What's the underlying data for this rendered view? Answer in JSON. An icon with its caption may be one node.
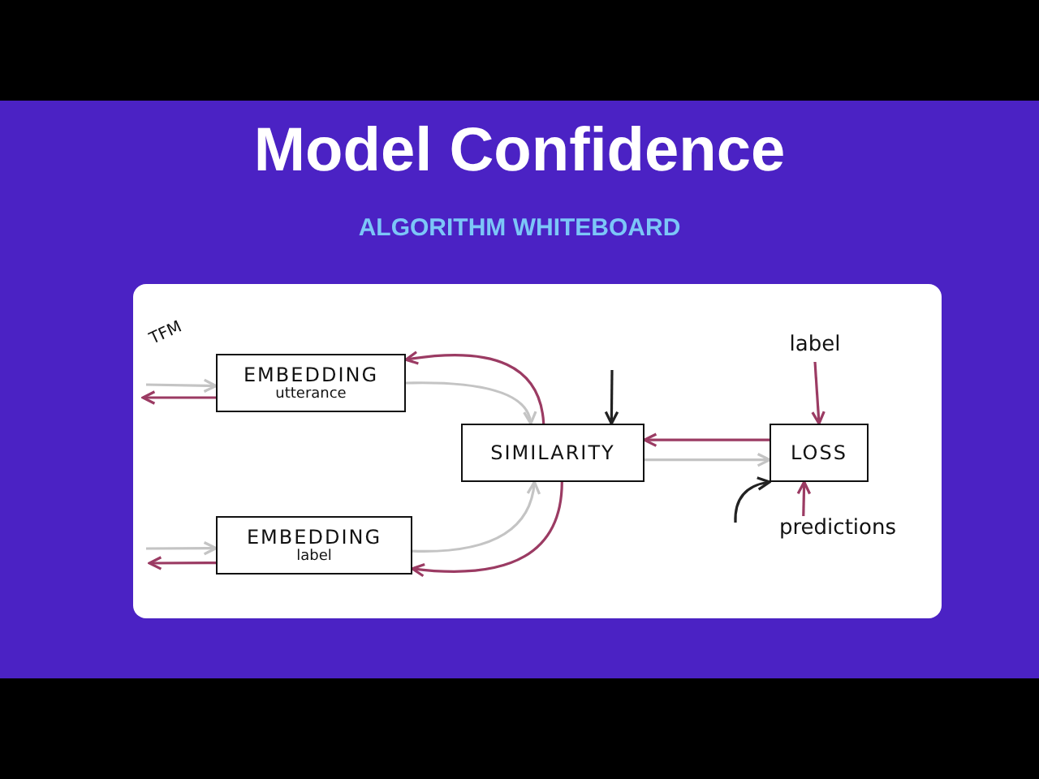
{
  "diagram": {
    "title": "Model Confidence",
    "nodes": [
      {
        "text": [
          "EMBEDDING",
          "utterance"
        ]
      },
      {
        "text": [
          "SIMILARITY"
        ]
      },
      {
        "text": [
          "EMBEDDING",
          "label"
        ]
      },
      {
        "text": [
          "LOSS"
        ]
      },
      {
        "text": [
          "label"
        ]
      },
      {
        "text": [
          "predictions"
        ]
      }
    ],
    "edges": [
      {
        "from": null,
        "to": 0,
        "arrow": "to",
        "color": "#c4c4c4"
      },
      {
        "from": 0,
        "to": null,
        "arrow": "to",
        "color": "#9b3b63"
      },
      {
        "from": 0,
        "to": 1,
        "arrow": "to",
        "color": "#c4c4c4"
      },
      {
        "from": 1,
        "to": 0,
        "arrow": "to",
        "color": "#9b3b63"
      },
      {
        "from": null,
        "to": 2,
        "arrow": "to",
        "color": "#c4c4c4"
      },
      {
        "from": 2,
        "to": null,
        "arrow": "to",
        "color": "#9b3b63"
      },
      {
        "from": 2,
        "to": 1,
        "arrow": "to",
        "color": "#c4c4c4"
      },
      {
        "from": 1,
        "to": 2,
        "arrow": "to",
        "color": "#9b3b63"
      },
      {
        "from": null,
        "to": 1,
        "arrow": "to",
        "color": "#222222"
      },
      {
        "from": 1,
        "to": 3,
        "arrow": "to",
        "color": "#c4c4c4"
      },
      {
        "from": 3,
        "to": 1,
        "arrow": "to",
        "color": "#9b3b63"
      },
      {
        "from": 4,
        "to": 3,
        "arrow": "to",
        "color": "#9b3b63"
      },
      {
        "from": 5,
        "to": 3,
        "arrow": "to",
        "color": "#9b3b63"
      },
      {
        "from": null,
        "to": 3,
        "arrow": "to",
        "color": "#222222"
      }
    ],
    "labels": [
      "ALGORITHM WHITEBOARD",
      "TFM"
    ]
  }
}
